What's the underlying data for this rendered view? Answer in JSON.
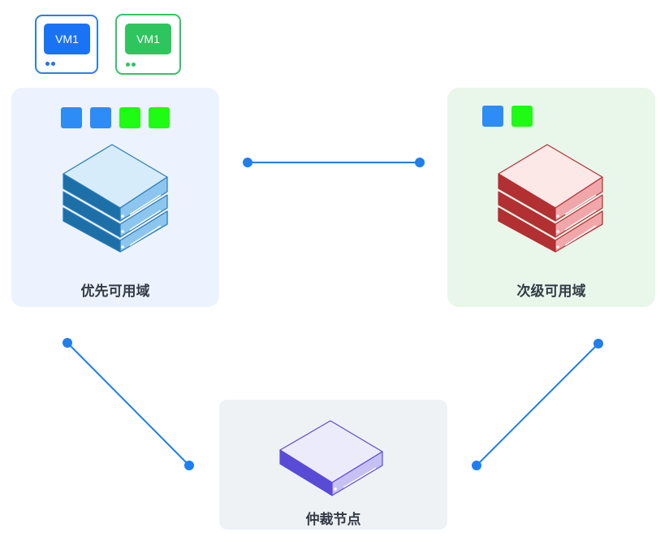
{
  "vms": [
    {
      "label": "VM1",
      "color": "#1a73f5"
    },
    {
      "label": "VM1",
      "color": "#2ec55e"
    }
  ],
  "zones": {
    "primary": {
      "title": "优先可用域",
      "background": "#ecf3fe"
    },
    "secondary": {
      "title": "次级可用域",
      "background": "#e8f7ea"
    },
    "arbiter": {
      "title": "仲裁节点",
      "background": "#eef2f5"
    }
  },
  "colors": {
    "link": "#1f7ef0",
    "blue_block": "#2d8cf5",
    "green_block": "#1dfc12",
    "primary_server": "#1a6ea8",
    "secondary_server": "#b53033",
    "arbiter_server": "#5a4bd6"
  },
  "icons": {
    "primary_server": "server-stack-icon",
    "secondary_server": "server-stack-icon",
    "arbiter_server": "server-icon"
  }
}
